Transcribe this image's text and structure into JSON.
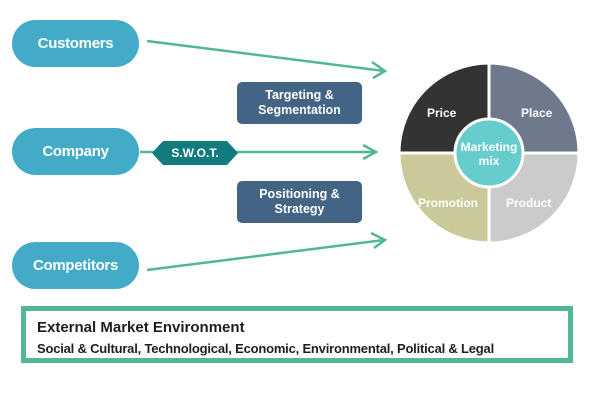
{
  "inputs": [
    {
      "label": "Customers"
    },
    {
      "label": "Company"
    },
    {
      "label": "Competitors"
    }
  ],
  "swot": {
    "label": "S.W.O.T."
  },
  "strategy_boxes": [
    {
      "line1": "Targeting &",
      "line2": "Segmentation"
    },
    {
      "line1": "Positioning &",
      "line2": "Strategy"
    }
  ],
  "marketing_mix": {
    "center_line1": "Marketing",
    "center_line2": "mix",
    "quadrants": [
      {
        "label": "Price",
        "color": "#333333"
      },
      {
        "label": "Place",
        "color": "#6e7a8b"
      },
      {
        "label": "Promotion",
        "color": "#c9c99a"
      },
      {
        "label": "Product",
        "color": "#cbcbcb"
      }
    ],
    "center_color": "#66cccc"
  },
  "environment": {
    "title": "External Market Environment",
    "subtitle": "Social & Cultural, Technological, Economic, Environmental, Political & Legal"
  },
  "colors": {
    "pill": "#43abc7",
    "box": "#436485",
    "swot": "#127b7d",
    "arrow": "#52b891"
  }
}
